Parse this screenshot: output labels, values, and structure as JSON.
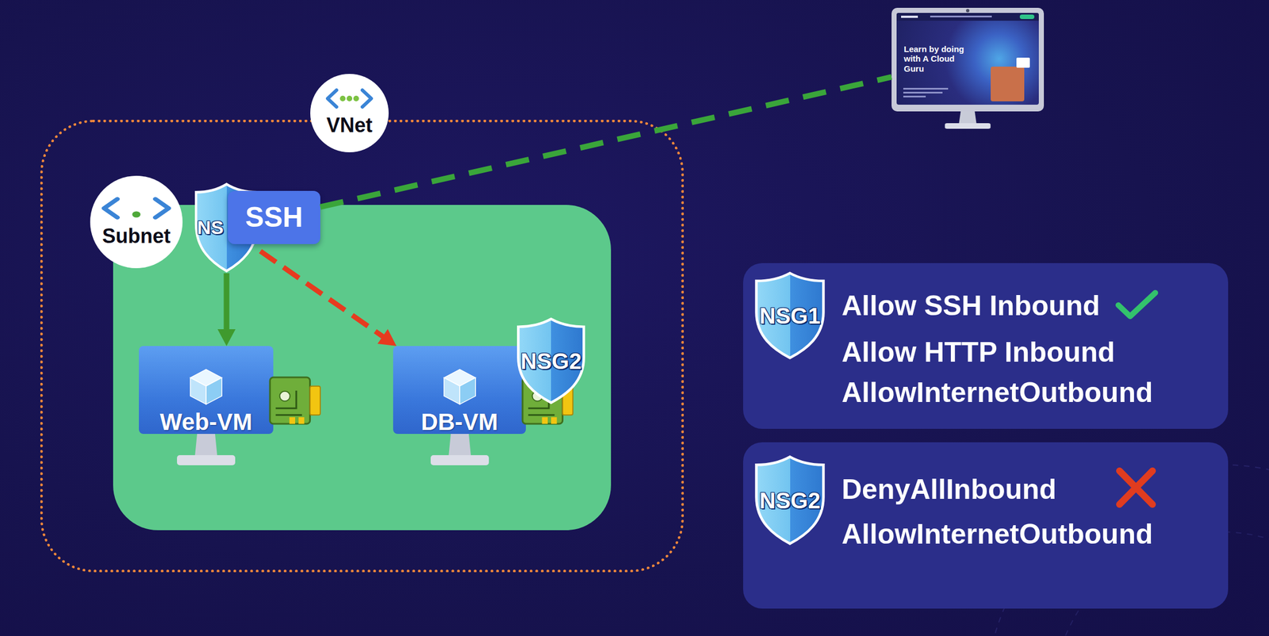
{
  "diagram": {
    "nodes": [
      {
        "text": [
          "VNet"
        ]
      },
      {
        "text": [
          "Subnet"
        ],
        "in": 0
      },
      {
        "text": [
          "NS"
        ],
        "in": 1
      },
      {
        "text": [
          "SSH"
        ],
        "in": 1
      },
      {
        "text": [
          "Web-VM"
        ],
        "in": 1
      },
      {
        "text": [
          "DB-VM"
        ],
        "in": 1
      },
      {
        "text": [
          "NSG2"
        ],
        "in": 1
      },
      {
        "text": [
          "Learn by doing with A Cloud Guru"
        ]
      },
      {
        "text": [
          "NSG1",
          "Allow SSH Inbound",
          "Allow HTTP Inbound",
          "AllowInternetOutbound"
        ]
      },
      {
        "text": [
          "NSG2",
          "DenyAllInbound",
          "AllowInternetOutbound"
        ]
      }
    ],
    "edges": [
      {
        "from": 2,
        "to": 4,
        "arrow": "to"
      },
      {
        "from": 2,
        "to": 5,
        "arrow": "to"
      },
      {
        "from": 3,
        "to": 7,
        "arrow": "none"
      }
    ]
  }
}
